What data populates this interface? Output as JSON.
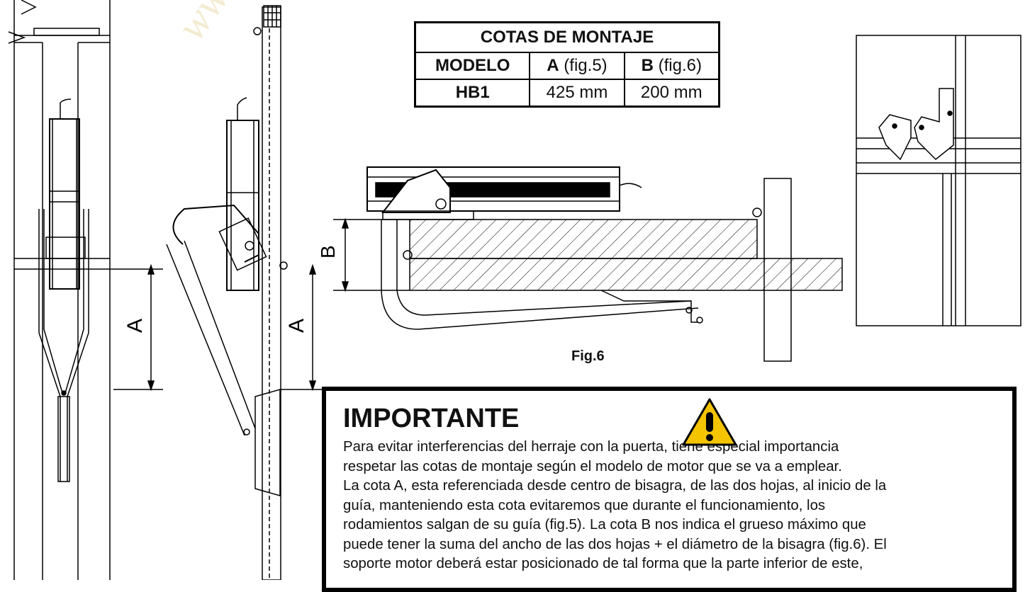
{
  "watermark": "www.elin",
  "table": {
    "title": "COTAS DE MONTAJE",
    "header": {
      "model": "MODELO",
      "a_letter": "A",
      "a_ref": " (fig.5)",
      "b_letter": "B",
      "b_ref": " (fig.6)"
    },
    "row": {
      "model": "HB1",
      "a": "425 mm",
      "b": "200 mm"
    }
  },
  "figure": {
    "fig6_label": "Fig.6",
    "dim_a": "A",
    "dim_b": "B"
  },
  "important": {
    "title": "IMPORTANTE",
    "lines": [
      "Para evitar interferencias del herraje con la puerta, tiene especial importancia",
      "respetar las cotas de montaje según el modelo de motor que se va a emplear.",
      "La cota A, esta referenciada desde centro de bisagra, de las dos hojas, al inicio de la",
      "guía, manteniendo esta cota evitaremos que durante el funcionamiento, los",
      "rodamientos salgan de su guía (fig.5). La cota B nos indica el grueso máximo que",
      "puede tener la suma del ancho de las dos hojas + el diámetro de la bisagra (fig.6). El",
      "soporte motor deberá estar posicionado de tal forma que la parte inferior de este,"
    ],
    "icon": "warning-icon",
    "icon_color": "#f5c400"
  }
}
